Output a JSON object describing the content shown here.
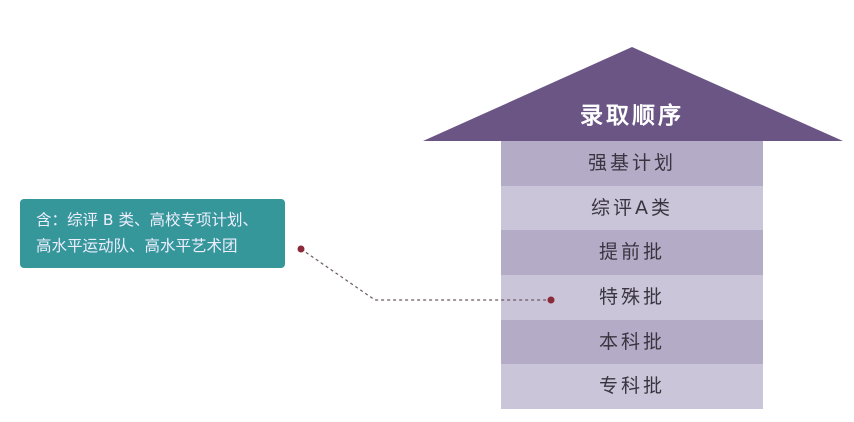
{
  "title": "录取顺序",
  "rows": [
    "强基计划",
    "综评A类",
    "提前批",
    "特殊批",
    "本科批",
    "专科批"
  ],
  "note": {
    "line1": "含：综评 B 类、高校专项计划、",
    "line2": "高水平运动队、高水平艺术团"
  },
  "colors": {
    "roof": "#6a5585",
    "row_dark": "#b4abc7",
    "row_light": "#cbc5d9",
    "note": "#35979a",
    "connector": "#8b2a3a"
  }
}
